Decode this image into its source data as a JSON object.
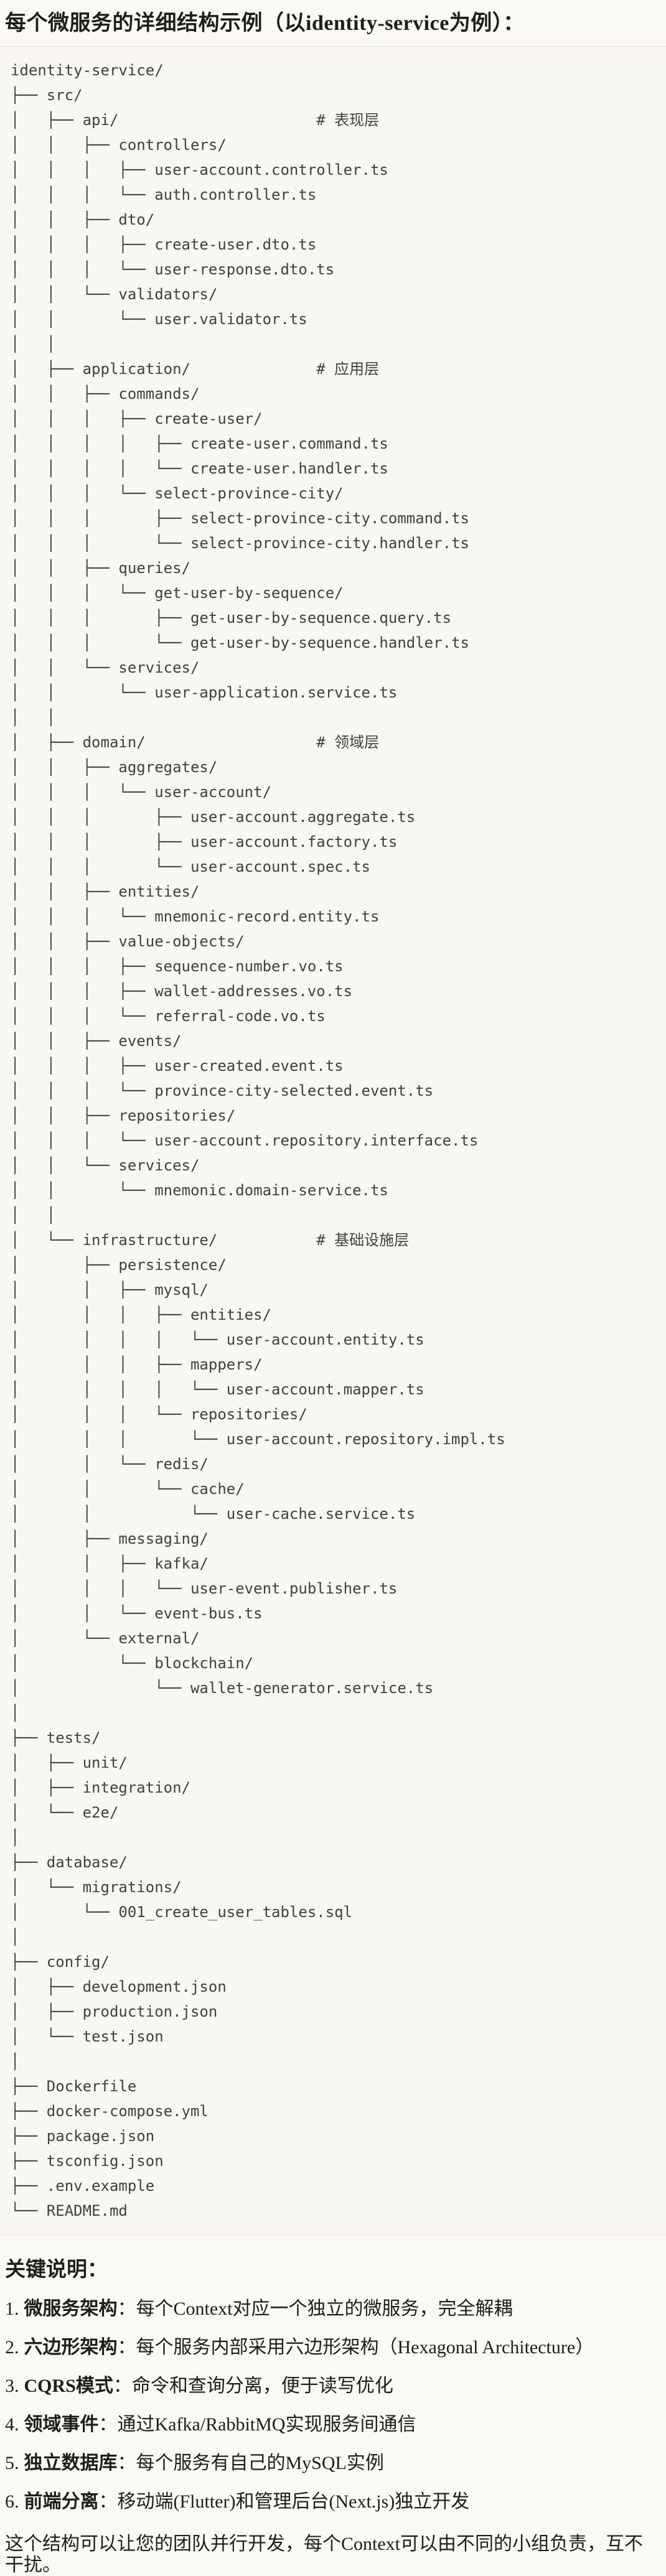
{
  "page": {
    "title": "每个微服务的详细结构示例（以identity-service为例）："
  },
  "tree": {
    "lines": [
      "identity-service/",
      "├── src/",
      "│   ├── api/                      # 表现层",
      "│   │   ├── controllers/",
      "│   │   │   ├── user-account.controller.ts",
      "│   │   │   └── auth.controller.ts",
      "│   │   ├── dto/",
      "│   │   │   ├── create-user.dto.ts",
      "│   │   │   └── user-response.dto.ts",
      "│   │   └── validators/",
      "│   │       └── user.validator.ts",
      "│   │",
      "│   ├── application/              # 应用层",
      "│   │   ├── commands/",
      "│   │   │   ├── create-user/",
      "│   │   │   │   ├── create-user.command.ts",
      "│   │   │   │   └── create-user.handler.ts",
      "│   │   │   └── select-province-city/",
      "│   │   │       ├── select-province-city.command.ts",
      "│   │   │       └── select-province-city.handler.ts",
      "│   │   ├── queries/",
      "│   │   │   └── get-user-by-sequence/",
      "│   │   │       ├── get-user-by-sequence.query.ts",
      "│   │   │       └── get-user-by-sequence.handler.ts",
      "│   │   └── services/",
      "│   │       └── user-application.service.ts",
      "│   │",
      "│   ├── domain/                   # 领域层",
      "│   │   ├── aggregates/",
      "│   │   │   └── user-account/",
      "│   │   │       ├── user-account.aggregate.ts",
      "│   │   │       ├── user-account.factory.ts",
      "│   │   │       └── user-account.spec.ts",
      "│   │   ├── entities/",
      "│   │   │   └── mnemonic-record.entity.ts",
      "│   │   ├── value-objects/",
      "│   │   │   ├── sequence-number.vo.ts",
      "│   │   │   ├── wallet-addresses.vo.ts",
      "│   │   │   └── referral-code.vo.ts",
      "│   │   ├── events/",
      "│   │   │   ├── user-created.event.ts",
      "│   │   │   └── province-city-selected.event.ts",
      "│   │   ├── repositories/",
      "│   │   │   └── user-account.repository.interface.ts",
      "│   │   └── services/",
      "│   │       └── mnemonic.domain-service.ts",
      "│   │",
      "│   └── infrastructure/           # 基础设施层",
      "│       ├── persistence/",
      "│       │   ├── mysql/",
      "│       │   │   ├── entities/",
      "│       │   │   │   └── user-account.entity.ts",
      "│       │   │   ├── mappers/",
      "│       │   │   │   └── user-account.mapper.ts",
      "│       │   │   └── repositories/",
      "│       │   │       └── user-account.repository.impl.ts",
      "│       │   └── redis/",
      "│       │       └── cache/",
      "│       │           └── user-cache.service.ts",
      "│       ├── messaging/",
      "│       │   ├── kafka/",
      "│       │   │   └── user-event.publisher.ts",
      "│       │   └── event-bus.ts",
      "│       └── external/",
      "│           └── blockchain/",
      "│               └── wallet-generator.service.ts",
      "│",
      "├── tests/",
      "│   ├── unit/",
      "│   ├── integration/",
      "│   └── e2e/",
      "│",
      "├── database/",
      "│   └── migrations/",
      "│       └── 001_create_user_tables.sql",
      "│",
      "├── config/",
      "│   ├── development.json",
      "│   ├── production.json",
      "│   └── test.json",
      "│",
      "├── Dockerfile",
      "├── docker-compose.yml",
      "├── package.json",
      "├── tsconfig.json",
      "├── .env.example",
      "└── README.md"
    ]
  },
  "notes": {
    "heading": "关键说明：",
    "items": [
      {
        "num": "1.",
        "term": "微服务架构",
        "text": "：每个Context对应一个独立的微服务，完全解耦"
      },
      {
        "num": "2.",
        "term": "六边形架构",
        "text": "：每个服务内部采用六边形架构（Hexagonal Architecture）"
      },
      {
        "num": "3.",
        "term": "CQRS模式",
        "text": "：命令和查询分离，便于读写优化"
      },
      {
        "num": "4.",
        "term": "领域事件",
        "text": "：通过Kafka/RabbitMQ实现服务间通信"
      },
      {
        "num": "5.",
        "term": "独立数据库",
        "text": "：每个服务有自己的MySQL实例"
      },
      {
        "num": "6.",
        "term": "前端分离",
        "text": "：移动端(Flutter)和管理后台(Next.js)独立开发"
      }
    ],
    "footer": "这个结构可以让您的团队并行开发，每个Context可以由不同的小组负责，互不干扰。"
  },
  "colors": {
    "page_background": "#faf9f5",
    "code_background": "#f8f7f2",
    "border": "#e4e2da",
    "body_text": "#1d1d1a",
    "code_text": "#41413c"
  }
}
